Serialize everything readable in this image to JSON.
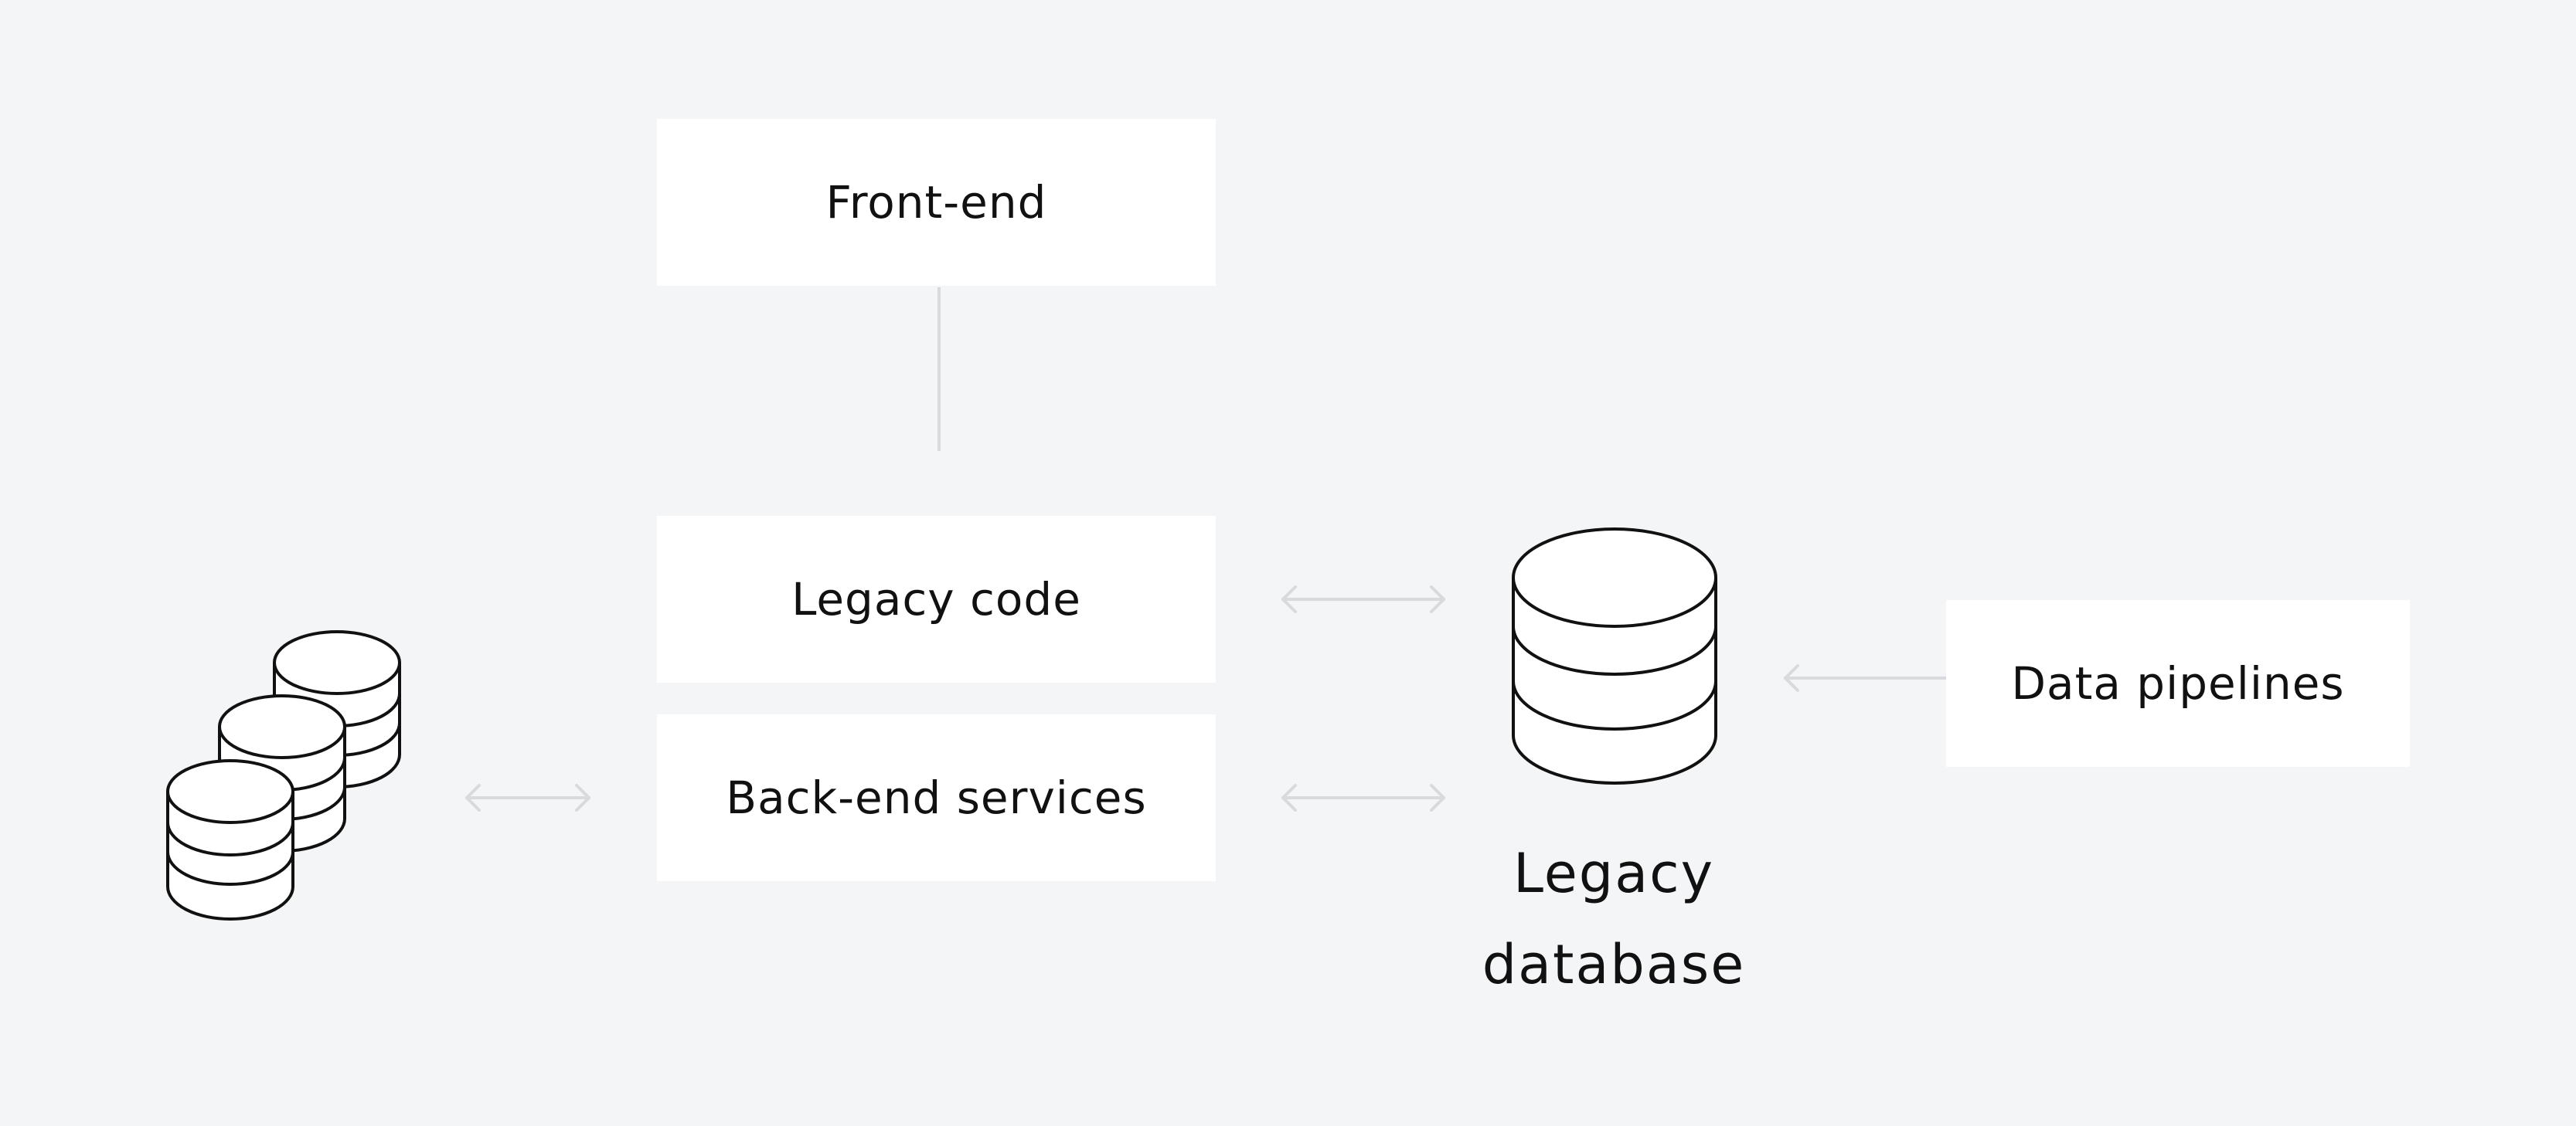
{
  "diagram": {
    "nodes": {
      "frontend": "Front-end",
      "legacy_code": "Legacy code",
      "backend_services": "Back-end services",
      "data_pipelines": "Data pipelines",
      "legacy_database": [
        "Legacy",
        "database"
      ]
    },
    "icons": {
      "services_stack": "stacked-databases-icon",
      "legacy_db": "database-icon"
    },
    "colors": {
      "background": "#f4f5f7",
      "box": "#ffffff",
      "connector": "#d8dadd",
      "icon_stroke": "#111111"
    }
  }
}
